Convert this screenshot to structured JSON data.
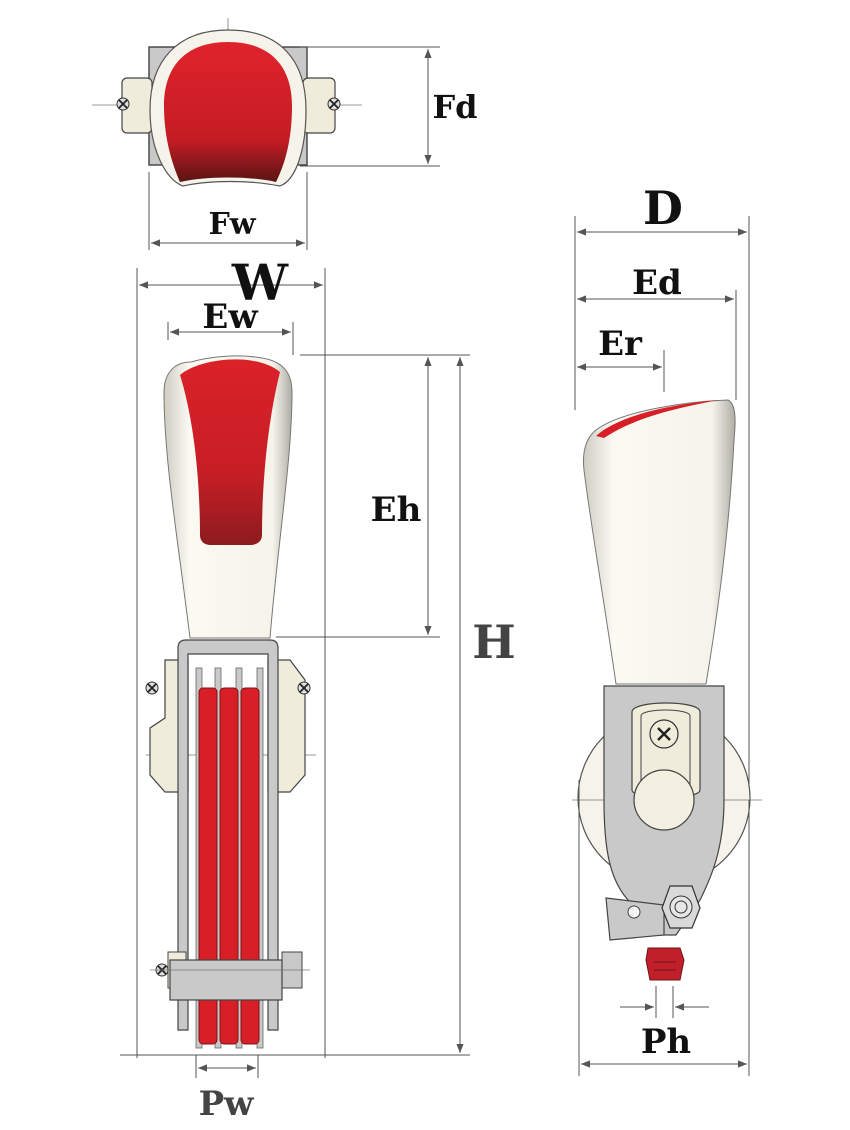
{
  "labels": {
    "fd": "Fd",
    "fw": "Fw",
    "w": "W",
    "ew": "Ew",
    "eh": "Eh",
    "h": "H",
    "pw": "Pw",
    "d": "D",
    "ed": "Ed",
    "er": "Er",
    "ph": "Ph"
  },
  "colors": {
    "red": "#d81e26",
    "dark_red": "#8b1a1d",
    "cream": "#f3f0e2",
    "bracket_grey": "#c9c9c9",
    "dimension_line": "#555555"
  }
}
